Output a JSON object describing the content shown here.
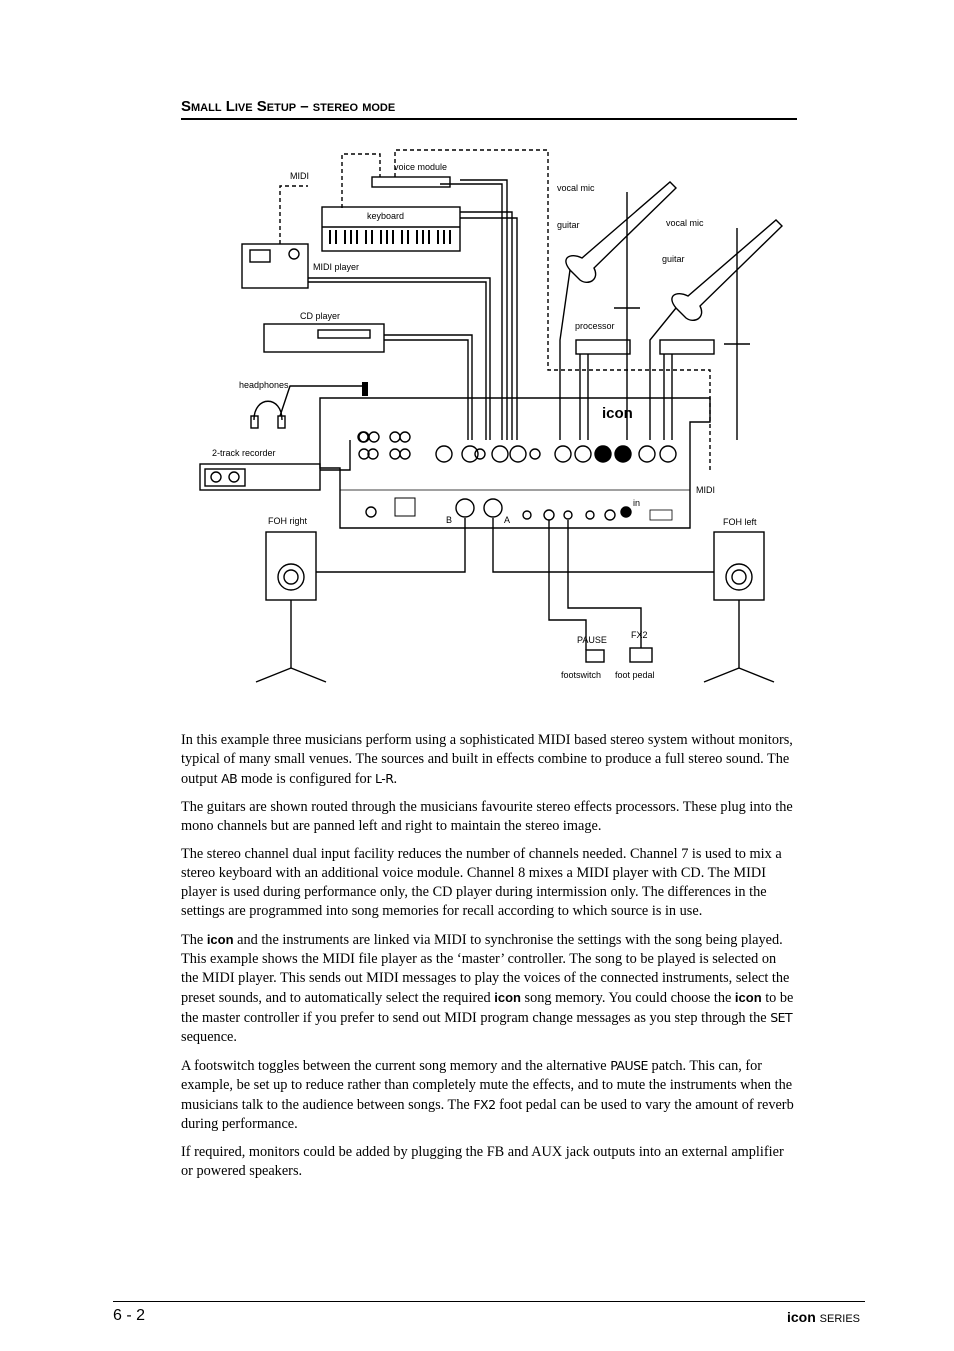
{
  "heading": "Small Live Setup – stereo mode",
  "diagram": {
    "labels": {
      "midi_top": "MIDI",
      "voice_module": "voice module",
      "keyboard": "keyboard",
      "midi_player": "MIDI player",
      "cd_player": "CD player",
      "headphones": "headphones",
      "two_track": "2-track recorder",
      "foh_right": "FOH right",
      "foh_left": "FOH left",
      "vocal_mic_1": "vocal mic",
      "guitar_1": "guitar",
      "vocal_mic_2": "vocal mic",
      "guitar_2": "guitar",
      "processor": "processor",
      "midi_right": "MIDI",
      "in": "in",
      "b": "B",
      "a": "A",
      "pause": "PAUSE",
      "fx2": "FX2",
      "footswitch": "footswitch",
      "foot_pedal": "foot pedal",
      "logo": "icon"
    }
  },
  "paragraphs": {
    "p1": {
      "a": "In this example three musicians perform using a sophisticated MIDI based stereo system without monitors, typical of many small venues.  The sources and built in effects combine to produce a full stereo sound.  The output ",
      "b": "AB",
      "c": " mode is configured for ",
      "d": "L-R",
      "e": "."
    },
    "p2": "The guitars are shown routed through the musicians favourite stereo effects processors.  These plug into the mono channels but are panned left and right to maintain the stereo image.",
    "p3": "The stereo channel dual input facility reduces the number of channels needed.  Channel 7 is used to mix a stereo keyboard with an additional voice module.  Channel 8 mixes a MIDI player with CD.  The MIDI player is used during performance only, the CD player during intermission only.  The differences in the settings are programmed into song memories for recall according to which source is in use.",
    "p4": {
      "a": "The ",
      "b": "icon",
      "c": " and the instruments are linked via MIDI to synchronise the settings with the song being played.  This example shows the MIDI file player as the ‘master’ controller.  The song to be played is selected on the MIDI player.  This sends out MIDI messages to play the voices of the connected instruments, select the preset sounds, and to automatically select the required ",
      "d": "icon",
      "e": " song memory.  You could choose the ",
      "f": "icon",
      "g": " to be the master controller if you prefer to send out MIDI program change messages as you step through the ",
      "h": "SET",
      "i": " sequence."
    },
    "p5": {
      "a": "A footswitch toggles between the current song memory and the alternative ",
      "b": "PAUSE",
      "c": " patch.  This can, for example, be set up to reduce rather than completely mute the effects, and to mute the instruments when the musicians talk to the audience between songs.  The ",
      "d": "FX2",
      "e": " foot pedal can be used to vary the amount of reverb during performance."
    },
    "p6": "If required, monitors could be added by plugging the FB and AUX jack outputs into an external amplifier or powered speakers."
  },
  "footer": {
    "page": "6 - 2",
    "brand": "icon",
    "series": "SERIES"
  }
}
